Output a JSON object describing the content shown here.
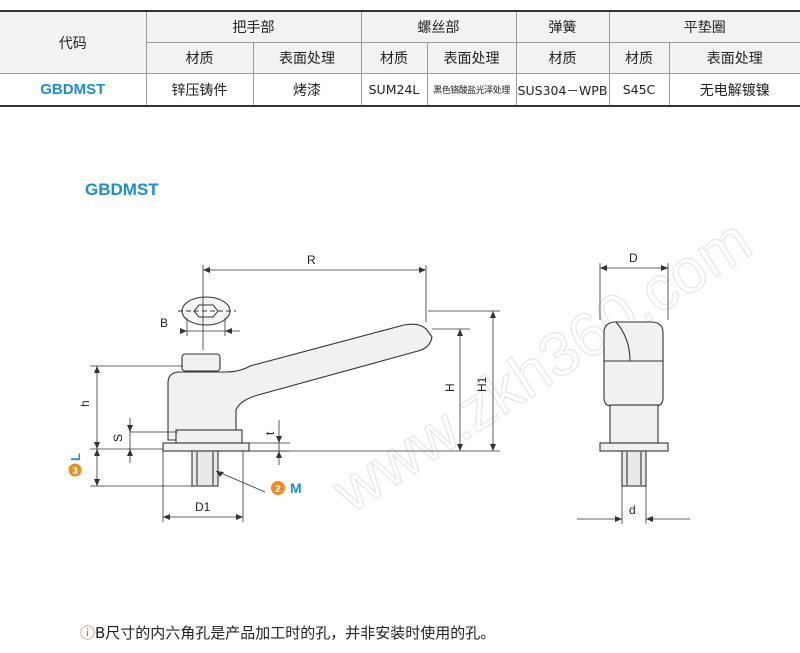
{
  "table": {
    "header1": {
      "code": "代码",
      "handle": "把手部",
      "screw": "螺丝部",
      "spring": "弹簧",
      "washer": "平垫圈"
    },
    "header2": {
      "material": "材质",
      "surface": "表面处理"
    },
    "row": {
      "code": "GBDMST",
      "handle_material": "锌压铸件",
      "handle_surface": "烤漆",
      "screw_material": "SUM24L",
      "screw_surface": "黑色铬酸盐光泽处理",
      "spring_material": "SUS304－WPB",
      "washer_material": "S45C",
      "washer_surface": "无电解镀镍"
    }
  },
  "section_title": "GBDMST",
  "dims": {
    "R": "R",
    "B": "B",
    "h": "h",
    "S": "S",
    "L": "L",
    "M": "M",
    "t": "t",
    "H": "H",
    "H1": "H1",
    "D1": "D1",
    "D": "D",
    "d": "d"
  },
  "markers": {
    "L": "3",
    "M": "2"
  },
  "watermark": "www.zkh360.com",
  "note": {
    "icon": "!",
    "text": "B尺寸的内六角孔是产品加工时的孔，并非安装时使用的孔。"
  }
}
